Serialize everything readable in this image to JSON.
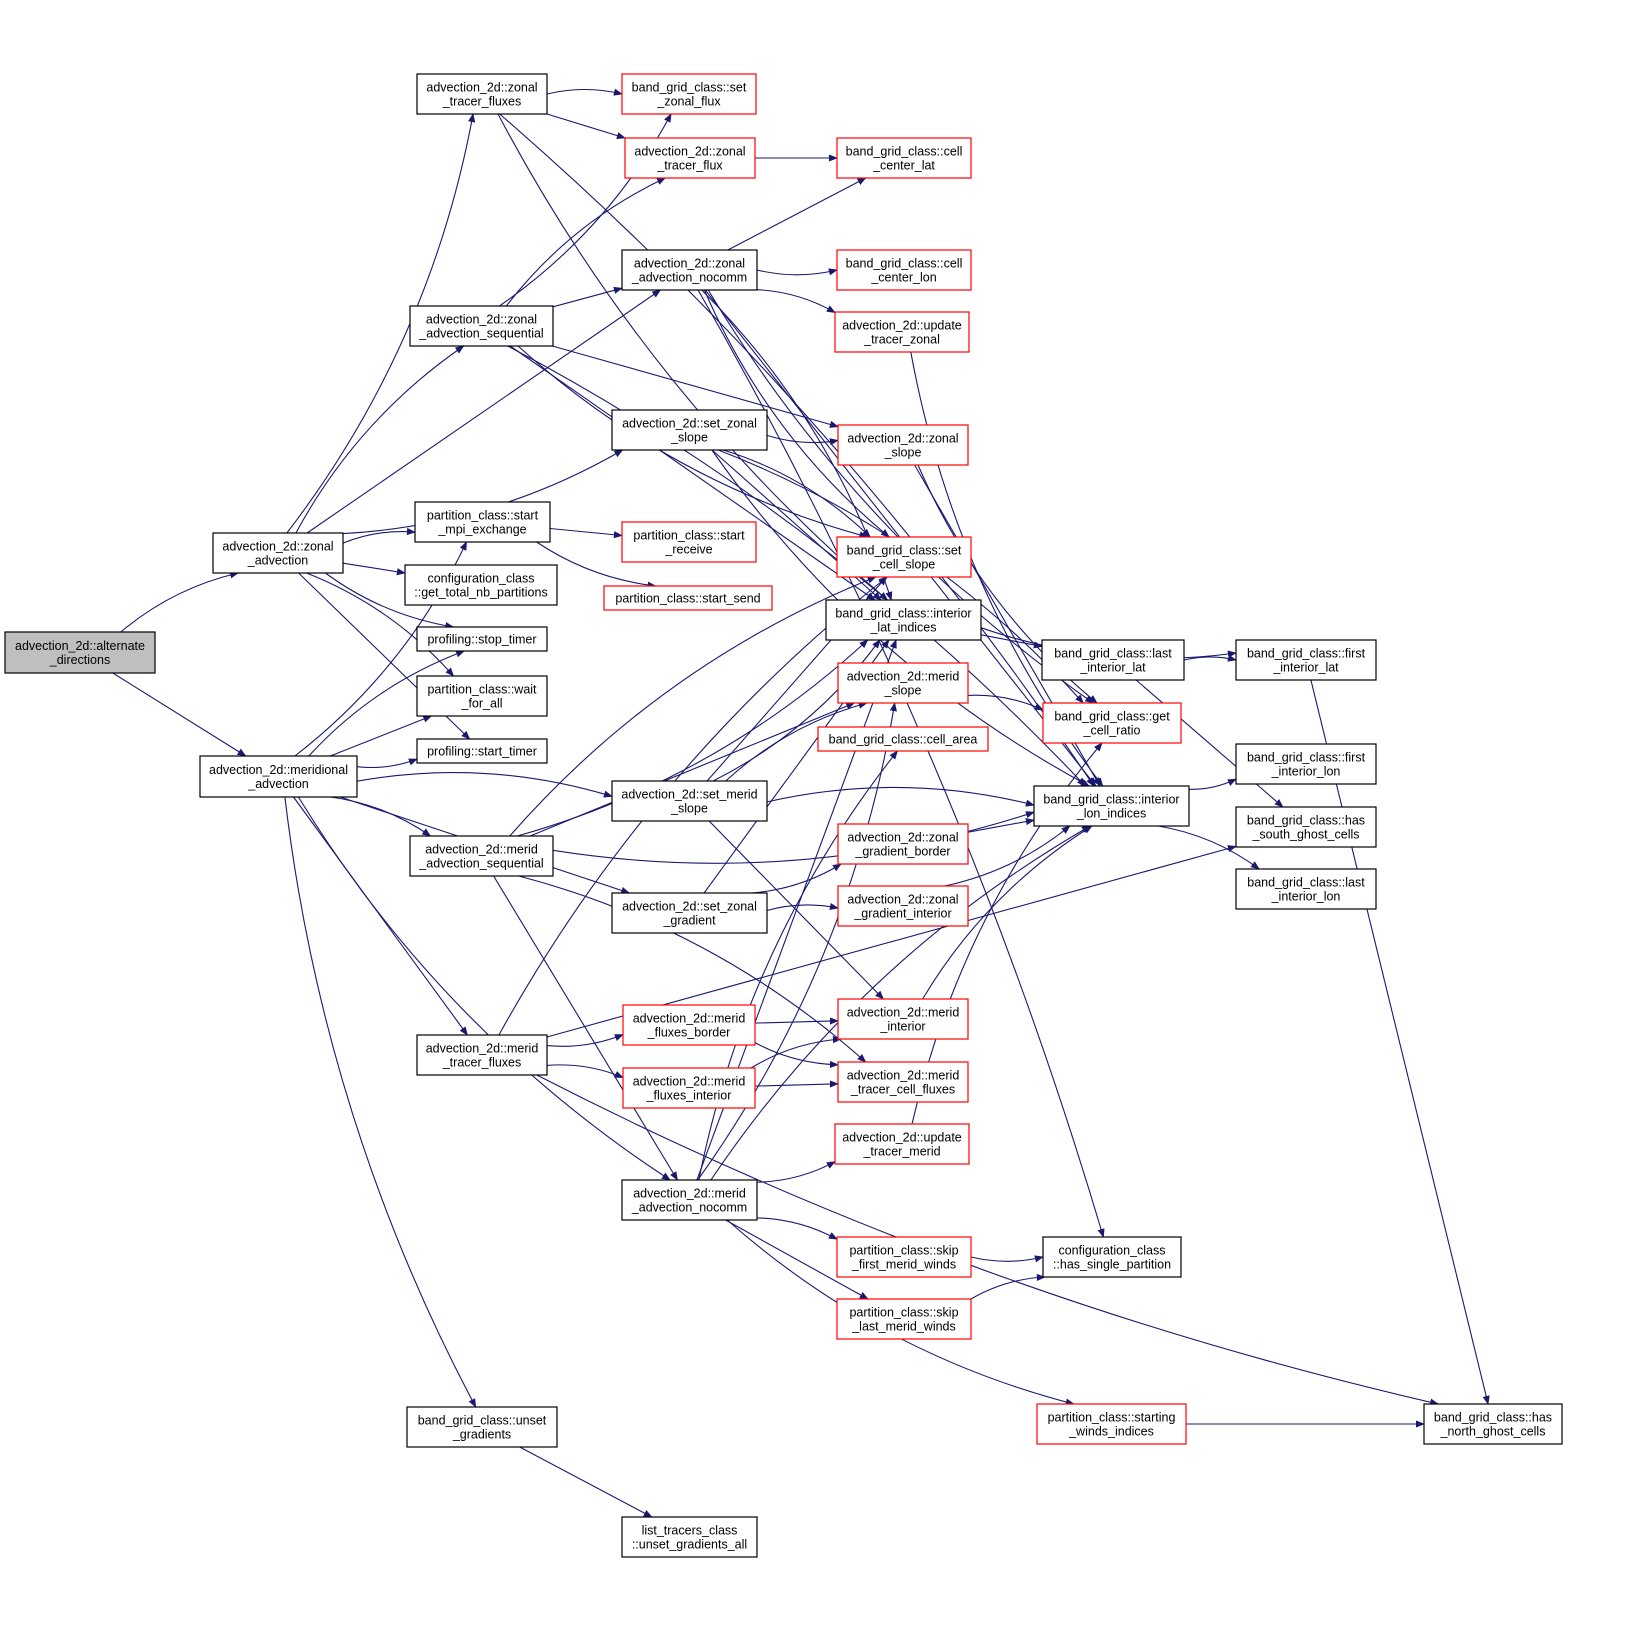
{
  "colors": {
    "edge": "#191970",
    "root_fill": "#bfbfbf",
    "normal_border": "#000000",
    "red_border": "#ff0000"
  },
  "nodes": {
    "alt": {
      "lines": [
        "advection_2d::alternate",
        "_directions"
      ],
      "style": "root"
    },
    "zadv": {
      "lines": [
        "advection_2d::zonal",
        "_advection"
      ],
      "style": "black"
    },
    "madv": {
      "lines": [
        "advection_2d::meridional",
        "_advection"
      ],
      "style": "black"
    },
    "ztf": {
      "lines": [
        "advection_2d::zonal",
        "_tracer_fluxes"
      ],
      "style": "black"
    },
    "zas": {
      "lines": [
        "advection_2d::zonal",
        "_advection_sequential"
      ],
      "style": "black"
    },
    "pcsme": {
      "lines": [
        "partition_class::start",
        "_mpi_exchange"
      ],
      "style": "black"
    },
    "ccgtnp": {
      "lines": [
        "configuration_class",
        "::get_total_nb_partitions"
      ],
      "style": "black"
    },
    "pst": {
      "lines": [
        "profiling::stop_timer"
      ],
      "style": "black"
    },
    "pcwfa": {
      "lines": [
        "partition_class::wait",
        "_for_all"
      ],
      "style": "black"
    },
    "pstt": {
      "lines": [
        "profiling::start_timer"
      ],
      "style": "black"
    },
    "mas": {
      "lines": [
        "advection_2d::merid",
        "_advection_sequential"
      ],
      "style": "black"
    },
    "mtf": {
      "lines": [
        "advection_2d::merid",
        "_tracer_fluxes"
      ],
      "style": "black"
    },
    "bgug": {
      "lines": [
        "band_grid_class::unset",
        "_gradients"
      ],
      "style": "black"
    },
    "bgszf": {
      "lines": [
        "band_grid_class::set",
        "_zonal_flux"
      ],
      "style": "red"
    },
    "ztflux": {
      "lines": [
        "advection_2d::zonal",
        "_tracer_flux"
      ],
      "style": "red"
    },
    "zan": {
      "lines": [
        "advection_2d::zonal",
        "_advection_nocomm"
      ],
      "style": "black"
    },
    "szs": {
      "lines": [
        "advection_2d::set_zonal",
        "_slope"
      ],
      "style": "black"
    },
    "pcsr": {
      "lines": [
        "partition_class::start",
        "_receive"
      ],
      "style": "red"
    },
    "pcss": {
      "lines": [
        "partition_class::start_send"
      ],
      "style": "red"
    },
    "sms": {
      "lines": [
        "advection_2d::set_merid",
        "_slope"
      ],
      "style": "black"
    },
    "szg": {
      "lines": [
        "advection_2d::set_zonal",
        "_gradient"
      ],
      "style": "black"
    },
    "mfb": {
      "lines": [
        "advection_2d::merid",
        "_fluxes_border"
      ],
      "style": "red"
    },
    "mfi": {
      "lines": [
        "advection_2d::merid",
        "_fluxes_interior"
      ],
      "style": "red"
    },
    "man": {
      "lines": [
        "advection_2d::merid",
        "_advection_nocomm"
      ],
      "style": "black"
    },
    "ltcug": {
      "lines": [
        "list_tracers_class",
        "::unset_gradients_all"
      ],
      "style": "black"
    },
    "bgcclat": {
      "lines": [
        "band_grid_class::cell",
        "_center_lat"
      ],
      "style": "red"
    },
    "bgcclon": {
      "lines": [
        "band_grid_class::cell",
        "_center_lon"
      ],
      "style": "red"
    },
    "utz": {
      "lines": [
        "advection_2d::update",
        "_tracer_zonal"
      ],
      "style": "red"
    },
    "zs": {
      "lines": [
        "advection_2d::zonal",
        "_slope"
      ],
      "style": "red"
    },
    "bgscs": {
      "lines": [
        "band_grid_class::set",
        "_cell_slope"
      ],
      "style": "red"
    },
    "bgili": {
      "lines": [
        "band_grid_class::interior",
        "_lat_indices"
      ],
      "style": "black"
    },
    "ms": {
      "lines": [
        "advection_2d::merid",
        "_slope"
      ],
      "style": "red"
    },
    "bgca": {
      "lines": [
        "band_grid_class::cell_area"
      ],
      "style": "red"
    },
    "zgb": {
      "lines": [
        "advection_2d::zonal",
        "_gradient_border"
      ],
      "style": "red"
    },
    "zgi": {
      "lines": [
        "advection_2d::zonal",
        "_gradient_interior"
      ],
      "style": "red"
    },
    "mi": {
      "lines": [
        "advection_2d::merid",
        "_interior"
      ],
      "style": "red"
    },
    "mtcf": {
      "lines": [
        "advection_2d::merid",
        "_tracer_cell_fluxes"
      ],
      "style": "red"
    },
    "utm": {
      "lines": [
        "advection_2d::update",
        "_tracer_merid"
      ],
      "style": "red"
    },
    "pcsfmw": {
      "lines": [
        "partition_class::skip",
        "_first_merid_winds"
      ],
      "style": "red"
    },
    "pcslmw": {
      "lines": [
        "partition_class::skip",
        "_last_merid_winds"
      ],
      "style": "red"
    },
    "pcswi": {
      "lines": [
        "partition_class::starting",
        "_winds_indices"
      ],
      "style": "red"
    },
    "bglil": {
      "lines": [
        "band_grid_class::last",
        "_interior_lat"
      ],
      "style": "black"
    },
    "bggcr": {
      "lines": [
        "band_grid_class::get",
        "_cell_ratio"
      ],
      "style": "red"
    },
    "bgilon": {
      "lines": [
        "band_grid_class::interior",
        "_lon_indices"
      ],
      "style": "black"
    },
    "cchsp": {
      "lines": [
        "configuration_class",
        "::has_single_partition"
      ],
      "style": "black"
    },
    "bgfil": {
      "lines": [
        "band_grid_class::first",
        "_interior_lat"
      ],
      "style": "black"
    },
    "bgfilon": {
      "lines": [
        "band_grid_class::first",
        "_interior_lon"
      ],
      "style": "black"
    },
    "bghsgc": {
      "lines": [
        "band_grid_class::has",
        "_south_ghost_cells"
      ],
      "style": "black"
    },
    "bglilon": {
      "lines": [
        "band_grid_class::last",
        "_interior_lon"
      ],
      "style": "black"
    },
    "bghngc": {
      "lines": [
        "band_grid_class::has",
        "_north_ghost_cells"
      ],
      "style": "black"
    }
  },
  "edges": [
    [
      "alt",
      "zadv"
    ],
    [
      "alt",
      "madv"
    ],
    [
      "zadv",
      "ztf"
    ],
    [
      "zadv",
      "zas"
    ],
    [
      "zadv",
      "zan"
    ],
    [
      "zadv",
      "szs"
    ],
    [
      "zadv",
      "pcsme"
    ],
    [
      "zadv",
      "ccgtnp"
    ],
    [
      "zadv",
      "pst"
    ],
    [
      "zadv",
      "pcwfa"
    ],
    [
      "zadv",
      "pstt"
    ],
    [
      "madv",
      "pcsme"
    ],
    [
      "madv",
      "pst"
    ],
    [
      "madv",
      "pcwfa"
    ],
    [
      "madv",
      "pstt"
    ],
    [
      "madv",
      "mas"
    ],
    [
      "madv",
      "mtf"
    ],
    [
      "madv",
      "bgug"
    ],
    [
      "madv",
      "sms"
    ],
    [
      "madv",
      "szg"
    ],
    [
      "madv",
      "man"
    ],
    [
      "ztf",
      "bgszf"
    ],
    [
      "ztf",
      "ztflux"
    ],
    [
      "ztf",
      "bgili"
    ],
    [
      "ztf",
      "bgilon"
    ],
    [
      "zas",
      "zan"
    ],
    [
      "zas",
      "bgszf"
    ],
    [
      "zas",
      "ztflux"
    ],
    [
      "zas",
      "zs"
    ],
    [
      "zas",
      "bgscs"
    ],
    [
      "zas",
      "bgilon"
    ],
    [
      "zas",
      "bgili"
    ],
    [
      "zan",
      "bgcclon"
    ],
    [
      "zan",
      "utz"
    ],
    [
      "zan",
      "bgcclat"
    ],
    [
      "zan",
      "bgscs"
    ],
    [
      "zan",
      "bgili"
    ],
    [
      "zan",
      "bgilon"
    ],
    [
      "zan",
      "bggcr"
    ],
    [
      "zan",
      "cchsp"
    ],
    [
      "ztflux",
      "bgcclat"
    ],
    [
      "szs",
      "zs"
    ],
    [
      "szs",
      "bgscs"
    ],
    [
      "szs",
      "bgili"
    ],
    [
      "szs",
      "bgilon"
    ],
    [
      "szs",
      "bggcr"
    ],
    [
      "pcsme",
      "pcsr"
    ],
    [
      "pcsme",
      "pcss"
    ],
    [
      "sms",
      "ms"
    ],
    [
      "sms",
      "bgscs"
    ],
    [
      "sms",
      "bgili"
    ],
    [
      "sms",
      "bgilon"
    ],
    [
      "sms",
      "mi"
    ],
    [
      "szg",
      "zgb"
    ],
    [
      "szg",
      "zgi"
    ],
    [
      "szg",
      "bgili"
    ],
    [
      "mas",
      "bgili"
    ],
    [
      "mas",
      "bgscs"
    ],
    [
      "mas",
      "ms"
    ],
    [
      "mas",
      "bgilon"
    ],
    [
      "mas",
      "mtcf"
    ],
    [
      "mas",
      "man"
    ],
    [
      "mtf",
      "mfb"
    ],
    [
      "mtf",
      "mfi"
    ],
    [
      "mtf",
      "bghsgc"
    ],
    [
      "mtf",
      "bghngc"
    ],
    [
      "mtf",
      "bgscs"
    ],
    [
      "mfb",
      "mi"
    ],
    [
      "mfb",
      "mtcf"
    ],
    [
      "mfi",
      "mi"
    ],
    [
      "mfi",
      "mtcf"
    ],
    [
      "man",
      "utm"
    ],
    [
      "man",
      "pcsfmw"
    ],
    [
      "man",
      "pcslmw"
    ],
    [
      "man",
      "pcswi"
    ],
    [
      "man",
      "bgilon"
    ],
    [
      "man",
      "bgili"
    ],
    [
      "man",
      "ms"
    ],
    [
      "man",
      "bgca"
    ],
    [
      "bgug",
      "ltcug"
    ],
    [
      "utz",
      "bgilon"
    ],
    [
      "utm",
      "bggcr"
    ],
    [
      "zs",
      "bgilon"
    ],
    [
      "zs",
      "bggcr"
    ],
    [
      "ms",
      "bggcr"
    ],
    [
      "zgb",
      "bgilon"
    ],
    [
      "zgi",
      "bgilon"
    ],
    [
      "mi",
      "bgilon"
    ],
    [
      "bgili",
      "bglil"
    ],
    [
      "bgili",
      "bgfil"
    ],
    [
      "bglil",
      "bgfil"
    ],
    [
      "bglil",
      "bghsgc"
    ],
    [
      "bgilon",
      "bgfilon"
    ],
    [
      "bgilon",
      "bglilon"
    ],
    [
      "bgfil",
      "bghngc"
    ],
    [
      "pcsfmw",
      "cchsp"
    ],
    [
      "pcslmw",
      "cchsp"
    ],
    [
      "pcswi",
      "bghngc"
    ]
  ]
}
